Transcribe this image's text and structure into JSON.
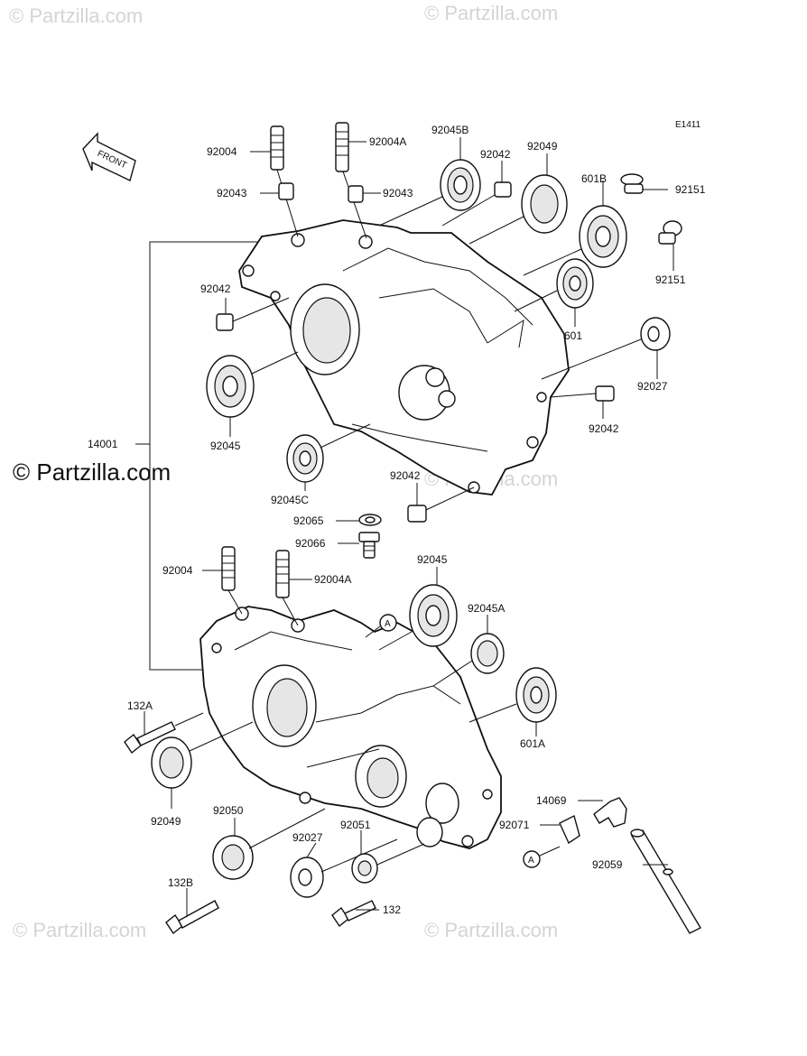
{
  "diagram_code": "E1411",
  "front_label": "FRONT",
  "watermarks": {
    "tl": "© Partzilla.com",
    "tr": "© Partzilla.com",
    "mid_big": "© Partzilla.com",
    "mid": "© Partzilla.com",
    "bl": "© Partzilla.com",
    "br": "© Partzilla.com"
  },
  "callouts": {
    "a_upper": "A",
    "a_lower": "A"
  },
  "labels": {
    "p92004_top": "92004",
    "p92004A_top": "92004A",
    "p92045B": "92045B",
    "p92042_top": "92042",
    "p92049_top": "92049",
    "p601B": "601B",
    "p92151_a": "92151",
    "p92151_b": "92151",
    "p92043_l": "92043",
    "p92043_r": "92043",
    "p92042_l": "92042",
    "p601": "601",
    "p92027_r": "92027",
    "p92042_r": "92042",
    "p92045_l": "92045",
    "p14001": "14001",
    "p92045C": "92045C",
    "p92042_m": "92042",
    "p92065": "92065",
    "p92066": "92066",
    "p92004_bot": "92004",
    "p92004A_bot": "92004A",
    "p92045_bot": "92045",
    "p92045A": "92045A",
    "p132A": "132A",
    "p601A": "601A",
    "p92049_bot": "92049",
    "p92050": "92050",
    "p14069": "14069",
    "p92071": "92071",
    "p92051": "92051",
    "p92027_bot": "92027",
    "p92059": "92059",
    "p132B": "132B",
    "p132": "132"
  }
}
